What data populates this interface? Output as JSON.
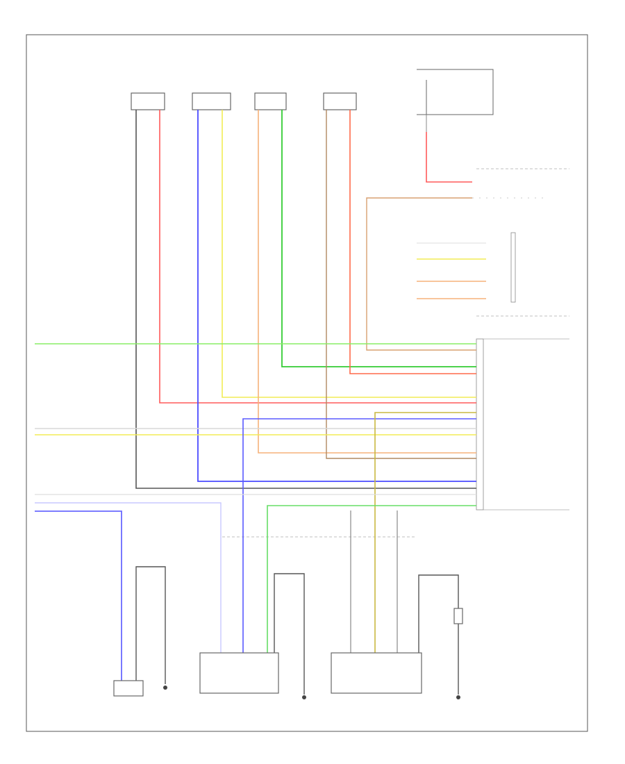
{
  "footer": {
    "code": ""
  },
  "top_components": [
    {
      "id": "c1",
      "label": ""
    },
    {
      "id": "c2",
      "label": ""
    },
    {
      "id": "c3",
      "label": ""
    },
    {
      "id": "c4",
      "label": ""
    }
  ],
  "bcm_label": "",
  "immobilizer_label": "",
  "bottom_components": [
    {
      "id": "b1",
      "label": ""
    },
    {
      "id": "b2",
      "label": ""
    },
    {
      "id": "b3",
      "label": ""
    },
    {
      "id": "b4",
      "label": ""
    },
    {
      "id": "b5",
      "label": ""
    },
    {
      "id": "b6",
      "label": ""
    },
    {
      "id": "b7",
      "label": ""
    }
  ],
  "colors": {
    "wire_black": "#555555",
    "wire_red": "#ff5a5a",
    "wire_blue": "#4a4aff",
    "wire_yellow": "#f2ec55",
    "wire_orange": "#f5b27a",
    "wire_green": "#55d855",
    "wire_brown": "#b88a5a",
    "wire_gray": "#c8c8c8",
    "wire_olive": "#c8b840"
  }
}
